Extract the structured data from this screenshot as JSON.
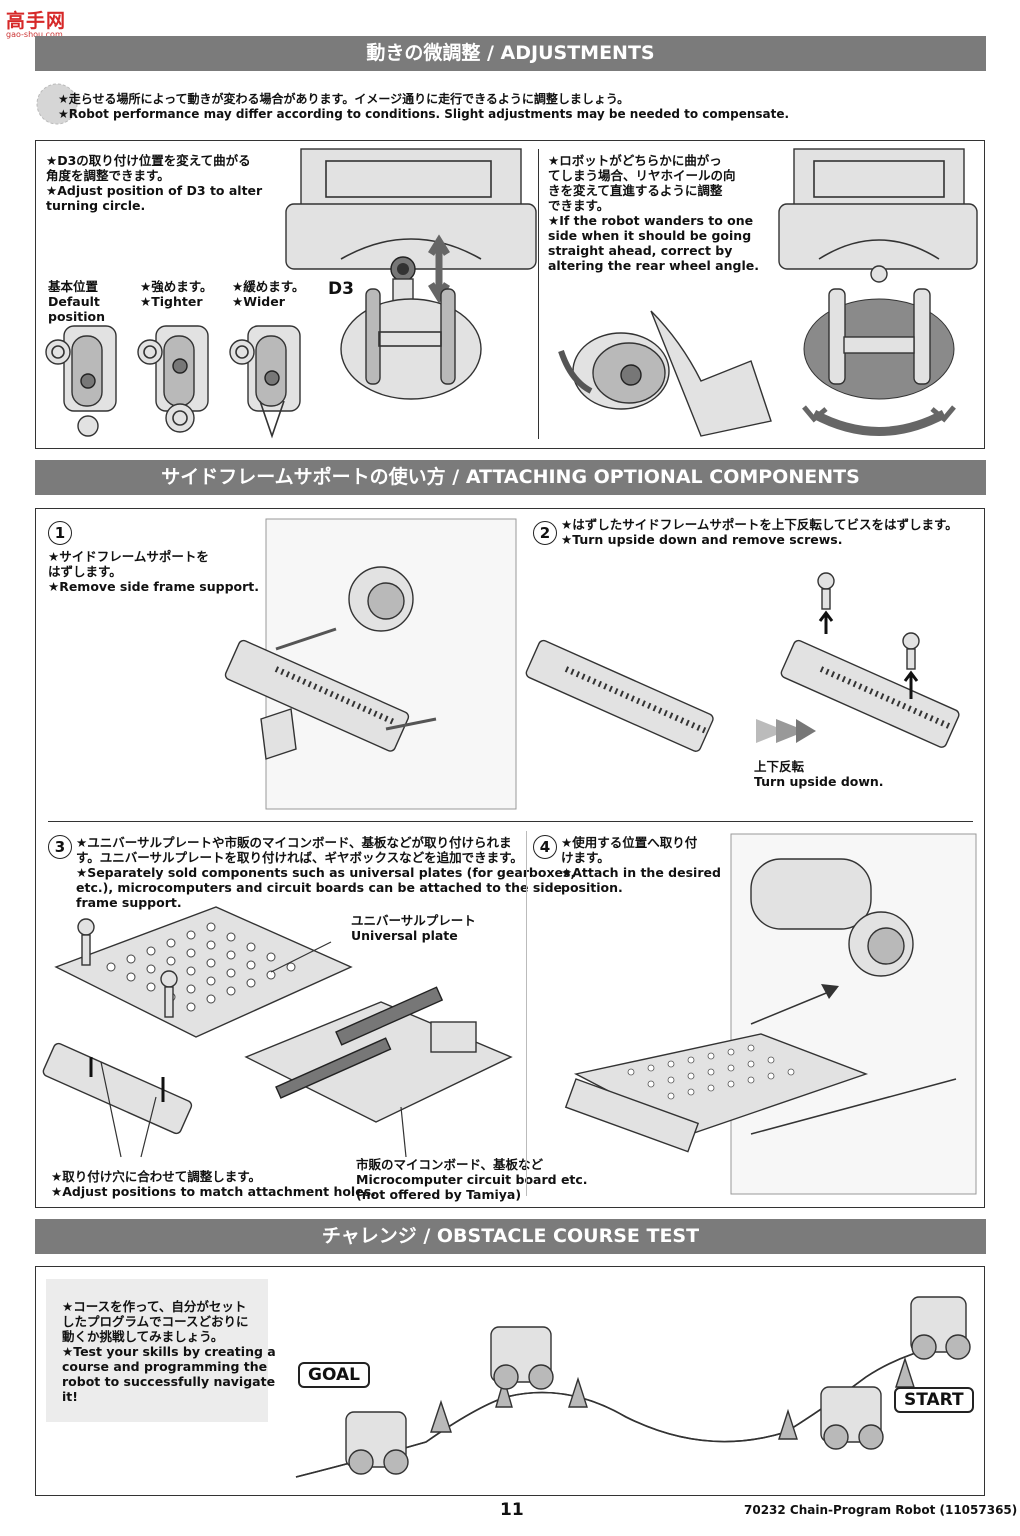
{
  "logo": {
    "text": "高手网",
    "url": "gao-shou.com"
  },
  "sections": {
    "adjustments": {
      "title": "動きの微調整 / ADJUSTMENTS",
      "intro_jp": "★走らせる場所によって動きが変わる場合があります。イメージ通りに走行できるように調整しましょう。",
      "intro_en": "★Robot performance may differ according to conditions. Slight adjustments may be needed to compensate.",
      "d3_text": [
        "★D3の取り付け位置を変えて曲がる",
        "角度を調整できます。",
        "★Adjust position of D3 to alter",
        "turning circle."
      ],
      "positions": {
        "default_jp": "基本位置",
        "default_en": [
          "Default",
          "position"
        ],
        "tighter_jp": "★強めます。",
        "tighter_en": "★Tighter",
        "wider_jp": "★緩めます。",
        "wider_en": "★Wider"
      },
      "d3_label": "D3",
      "rear_text": [
        "★ロボットがどちらかに曲がっ",
        "てしまう場合、リヤホイールの向",
        "きを変えて直進するように調整",
        "できます。",
        "★If the robot wanders to one",
        "side when it should be going",
        "straight ahead, correct by",
        "altering the rear wheel angle."
      ]
    },
    "optional": {
      "title": "サイドフレームサポートの使い方 / ATTACHING OPTIONAL COMPONENTS",
      "step1": {
        "num": "1",
        "text": [
          "★サイドフレームサポートを",
          "はずします。",
          "★Remove side frame support."
        ]
      },
      "step2": {
        "num": "2",
        "text": [
          "★はずしたサイドフレームサポートを上下反転してビスをはずします。",
          "★Turn upside down and remove screws."
        ],
        "flip_jp": "上下反転",
        "flip_en": "Turn upside down."
      },
      "step3": {
        "num": "3",
        "text": [
          "★ユニバーサルプレートや市販のマイコンボード、基板などが取り付けられま",
          "す。ユニバーサルプレートを取り付ければ、ギヤボックスなどを追加できます。",
          "★Separately sold components such as universal plates (for gearboxes,",
          "etc.), microcomputers and circuit boards can be attached to the side",
          "frame support."
        ],
        "plate_jp": "ユニバーサルプレート",
        "plate_en": "Universal plate",
        "adjust_jp": "★取り付け穴に合わせて調整します。",
        "adjust_en": "★Adjust positions to match attachment holes.",
        "board_jp": "市販のマイコンボード、基板など",
        "board_en": "Microcomputer circuit board etc.",
        "board_note": "(not offered by Tamiya)"
      },
      "step4": {
        "num": "4",
        "text": [
          "★使用する位置へ取り付",
          "けます。",
          "★Attach in the desired",
          "position."
        ]
      }
    },
    "challenge": {
      "title": "チャレンジ / OBSTACLE COURSE TEST",
      "text": [
        "★コースを作って、自分がセット",
        "したプログラムでコースどおりに",
        "動くか挑戦してみましょう。",
        "★Test your skills by creating a",
        "course and programming the",
        "robot to successfully navigate",
        "it!"
      ],
      "goal": "GOAL",
      "start": "START"
    }
  },
  "footer": {
    "page": "11",
    "product": "70232  Chain-Program Robot (11057365)"
  }
}
